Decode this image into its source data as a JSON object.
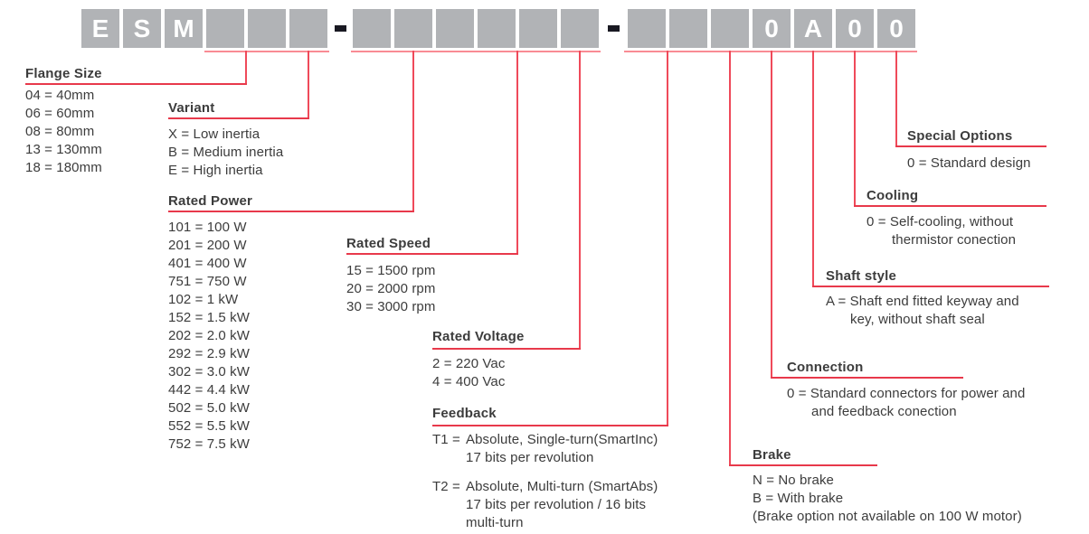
{
  "code": {
    "group1": [
      "E",
      "S",
      "M",
      "",
      "",
      ""
    ],
    "group2": [
      "",
      "",
      "",
      "",
      "",
      ""
    ],
    "group3": [
      "",
      "",
      "",
      "0",
      "A",
      "0",
      "0"
    ],
    "separator": "-"
  },
  "colors": {
    "box_gray": "#b1b3b6",
    "line_red": "#e8394b",
    "line_red_light": "#f98b94",
    "text": "#3c3c3c",
    "dash": "#191922"
  },
  "sections": {
    "flange": {
      "title": "Flange Size",
      "items": [
        "04 = 40mm",
        "06 = 60mm",
        "08 = 80mm",
        "13 = 130mm",
        "18 = 180mm"
      ]
    },
    "variant": {
      "title": "Variant",
      "items": [
        "X = Low inertia",
        "B = Medium inertia",
        "E = High inertia"
      ]
    },
    "rated_power": {
      "title": "Rated Power",
      "items": [
        "101 = 100 W",
        "201 = 200 W",
        "401 = 400 W",
        "751 = 750 W",
        "102 = 1 kW",
        "152 = 1.5 kW",
        "202 = 2.0 kW",
        "292 = 2.9 kW",
        "302 = 3.0 kW",
        "442 = 4.4 kW",
        "502 = 5.0 kW",
        "552 = 5.5 kW",
        "752 = 7.5 kW"
      ]
    },
    "rated_speed": {
      "title": "Rated Speed",
      "items": [
        "15 = 1500 rpm",
        "20 = 2000 rpm",
        "30 = 3000 rpm"
      ]
    },
    "rated_voltage": {
      "title": "Rated Voltage",
      "items": [
        "2 = 220 Vac",
        "4 = 400 Vac"
      ]
    },
    "feedback": {
      "title": "Feedback",
      "entries": [
        {
          "code": "T1 =",
          "lines": [
            "Absolute, Single-turn(SmartInc)",
            "17 bits per revolution"
          ]
        },
        {
          "code": "T2 =",
          "lines": [
            "Absolute, Multi-turn (SmartAbs)",
            "17 bits per revolution / 16 bits",
            "multi-turn"
          ]
        }
      ]
    },
    "brake": {
      "title": "Brake",
      "items": [
        "N = No brake",
        "B = With brake",
        "(Brake option not available on 100 W motor)"
      ]
    },
    "connection": {
      "title": "Connection",
      "line1": "0 = Standard connectors for power and",
      "line2": "and feedback conection"
    },
    "shaft": {
      "title": "Shaft style",
      "line1": "A = Shaft end fitted keyway and",
      "line2": "key, without shaft seal"
    },
    "cooling": {
      "title": "Cooling",
      "line1": "0 = Self-cooling, without",
      "line2": "thermistor conection"
    },
    "special": {
      "title": "Special Options",
      "line1": "0 = Standard design"
    }
  }
}
